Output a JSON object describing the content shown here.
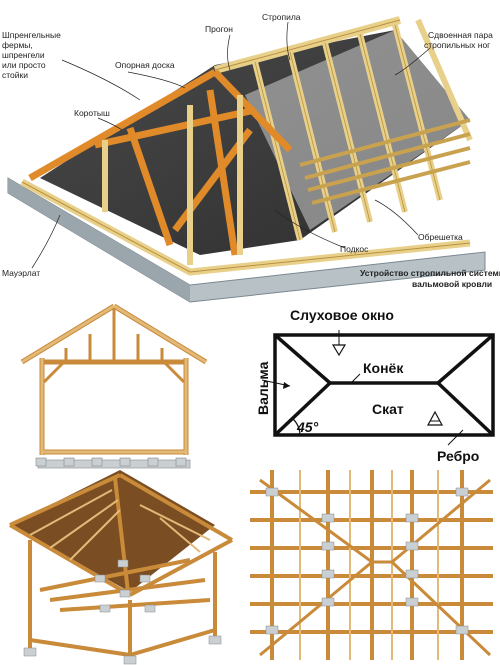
{
  "top_diagram": {
    "labels": {
      "shprengel": [
        "Шпренгельные",
        "фермы,",
        "шпренгели",
        "или просто",
        "стойки"
      ],
      "progon": "Прогон",
      "stropila": "Стропила",
      "sdvoennaya": [
        "Сдвоенная пара",
        "стропильных ног"
      ],
      "opornaya": "Опорная доска",
      "korotysh": "Коротыш",
      "obreshetka": "Обрешетка",
      "podkos": "Подкос",
      "mauerlat": "Мауэрлат",
      "caption": [
        "Устройство стропильной системы",
        "вальмовой кровли"
      ]
    }
  },
  "schema": {
    "sluhovoe": "Слуховое окно",
    "konek": "Конёк",
    "skat": "Скат",
    "valma": "Вальма",
    "rebro": "Ребро",
    "angle": "45°"
  },
  "colors": {
    "wood": "#e9d08a",
    "wood_dark": "#c9a24f",
    "beam_orange": "#e08a2a",
    "ink": "#222222",
    "roof_shadow": "#3a3a3a",
    "concrete": "#b8c2c6"
  }
}
